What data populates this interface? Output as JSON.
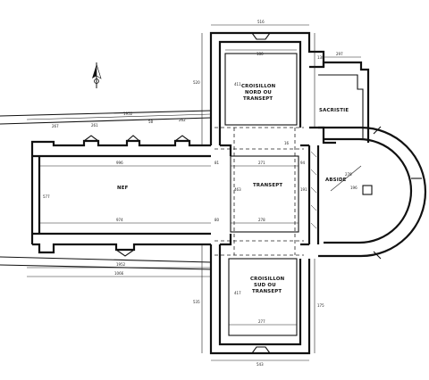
{
  "labels": {
    "nef": "NEF",
    "transept": "TRANSEPT",
    "abside": "ABSIDE",
    "sacristie": "SACRISTIE",
    "croisillon_nord": [
      "CROISILLON",
      "NORD OU",
      "TRANSEPT"
    ],
    "croisillon_sud": [
      "CROISILLON",
      "SUD OU",
      "TRANSEPT"
    ]
  },
  "dimensions": {
    "top_width": "516",
    "nord_inner_top": "180",
    "sacristie_top": "297",
    "nef_outer": "1952",
    "nef_inner": "996",
    "nef_bottom_inner": "974",
    "nef_bottom_outer": "1066",
    "nef_lower_outer": "1952",
    "transept_width": "271",
    "transept_bottom": "278",
    "nef_seg_1": "267",
    "nef_seg_2": "261",
    "nef_seg_3": "58",
    "nef_seg_4": "262",
    "sud_inner_bottom": "277",
    "bottom_width": "543",
    "abside_radius": "276",
    "abside_depth": "196",
    "vert_left_top": "520",
    "vert_left_bottom": "535",
    "vert_right_top": "138",
    "vert_right_bottom": "175",
    "sud_height": "417",
    "nord_height": "411",
    "nef_height": "577",
    "transept_height": "463",
    "small_1": "81",
    "small_2": "16",
    "small_3": "94",
    "small_4": "80",
    "small_5": "191"
  },
  "compass": {
    "direction": "north-arrow"
  }
}
